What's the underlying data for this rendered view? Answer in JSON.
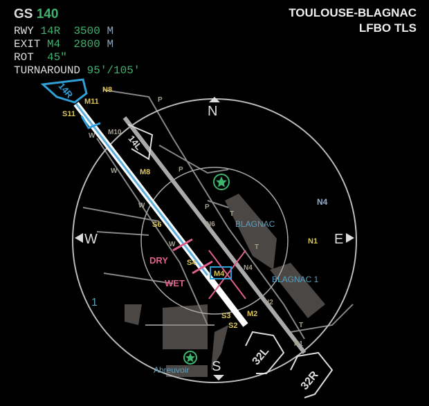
{
  "header": {
    "gs_label": "GS",
    "gs_value": "140",
    "rwy_label": "RWY",
    "rwy_value": "14R",
    "rwy_dist": "3500",
    "rwy_unit": "M",
    "exit_label": "EXIT",
    "exit_value": "M4",
    "exit_dist": "2800",
    "exit_unit": "M",
    "rot_label": "ROT",
    "rot_value": "45\"",
    "turnaround_label": "TURNAROUND",
    "turnaround_value": "95'/105'"
  },
  "airport": {
    "name": "TOULOUSE-BLAGNAC",
    "codes": "LFBO TLS"
  },
  "compass": {
    "n": "N",
    "e": "E",
    "s": "S",
    "w": "W"
  },
  "runways": {
    "r14r": "14R",
    "r14l": "14L",
    "r32l": "32L",
    "r32r": "32R"
  },
  "labels": {
    "n8": "N8",
    "m11": "M11",
    "s11": "S11",
    "m10": "M10",
    "m8": "M8",
    "s6": "S6",
    "s4": "S4",
    "n6": "N6",
    "n4": "N4",
    "n2": "N2",
    "n1": "N1",
    "m2": "M2",
    "s3": "S3",
    "s2": "S2",
    "m4": "M4",
    "n4_far": "N4",
    "n1_far": "N1",
    "p1": "P",
    "p2": "P",
    "p3": "P",
    "t1": "T",
    "t2": "T",
    "t3": "T",
    "w1": "W",
    "w2": "W",
    "w3": "W",
    "w4": "W",
    "blagnac": "BLAGNAC",
    "blagnac1": "BLAGNAC 1",
    "abreuvoir": "Abreuvoir",
    "range": "1",
    "dry": "DRY",
    "wet": "WET"
  },
  "colors": {
    "green": "#3db56e",
    "cyan": "#2f9fd8",
    "magenta": "#e0608a",
    "yellow": "#d9c45a"
  }
}
